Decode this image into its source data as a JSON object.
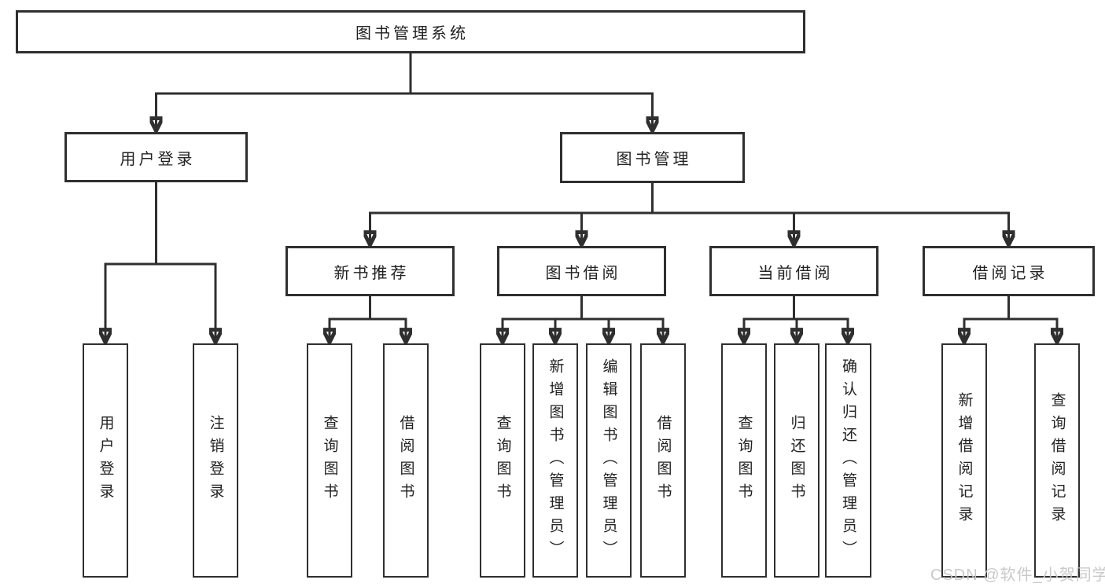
{
  "diagram_title": "图书管理系统",
  "colors": {
    "line": "#2f2f2f",
    "box_border": "#2f2f2f",
    "text": "#222222",
    "background": "#ffffff",
    "watermark": "#c6c6c6"
  },
  "nodes": {
    "root": "图书管理系统",
    "user_login": "用户登录",
    "book_mgmt": "图书管理",
    "new_book_rec": "新书推荐",
    "book_borrow": "图书借阅",
    "current_borrow": "当前借阅",
    "borrow_records": "借阅记录",
    "leaf_user_login": "用户登录",
    "leaf_logout": "注销登录",
    "leaf_rec_query_book": "查询图书",
    "leaf_rec_borrow_book": "借阅图书",
    "leaf_bor_query_book": "查询图书",
    "leaf_bor_add_book": "新增图书（管理员）",
    "leaf_bor_edit_book": "编辑图书（管理员）",
    "leaf_bor_borrow_book": "借阅图书",
    "leaf_cur_query_book": "查询图书",
    "leaf_cur_return_book": "归还图书",
    "leaf_cur_confirm_return": "确认归还（管理员）",
    "leaf_rcd_add_record": "新增借阅记录",
    "leaf_rcd_query_record": "查询借阅记录"
  },
  "watermark": "CSDN @软件_小贺同学"
}
